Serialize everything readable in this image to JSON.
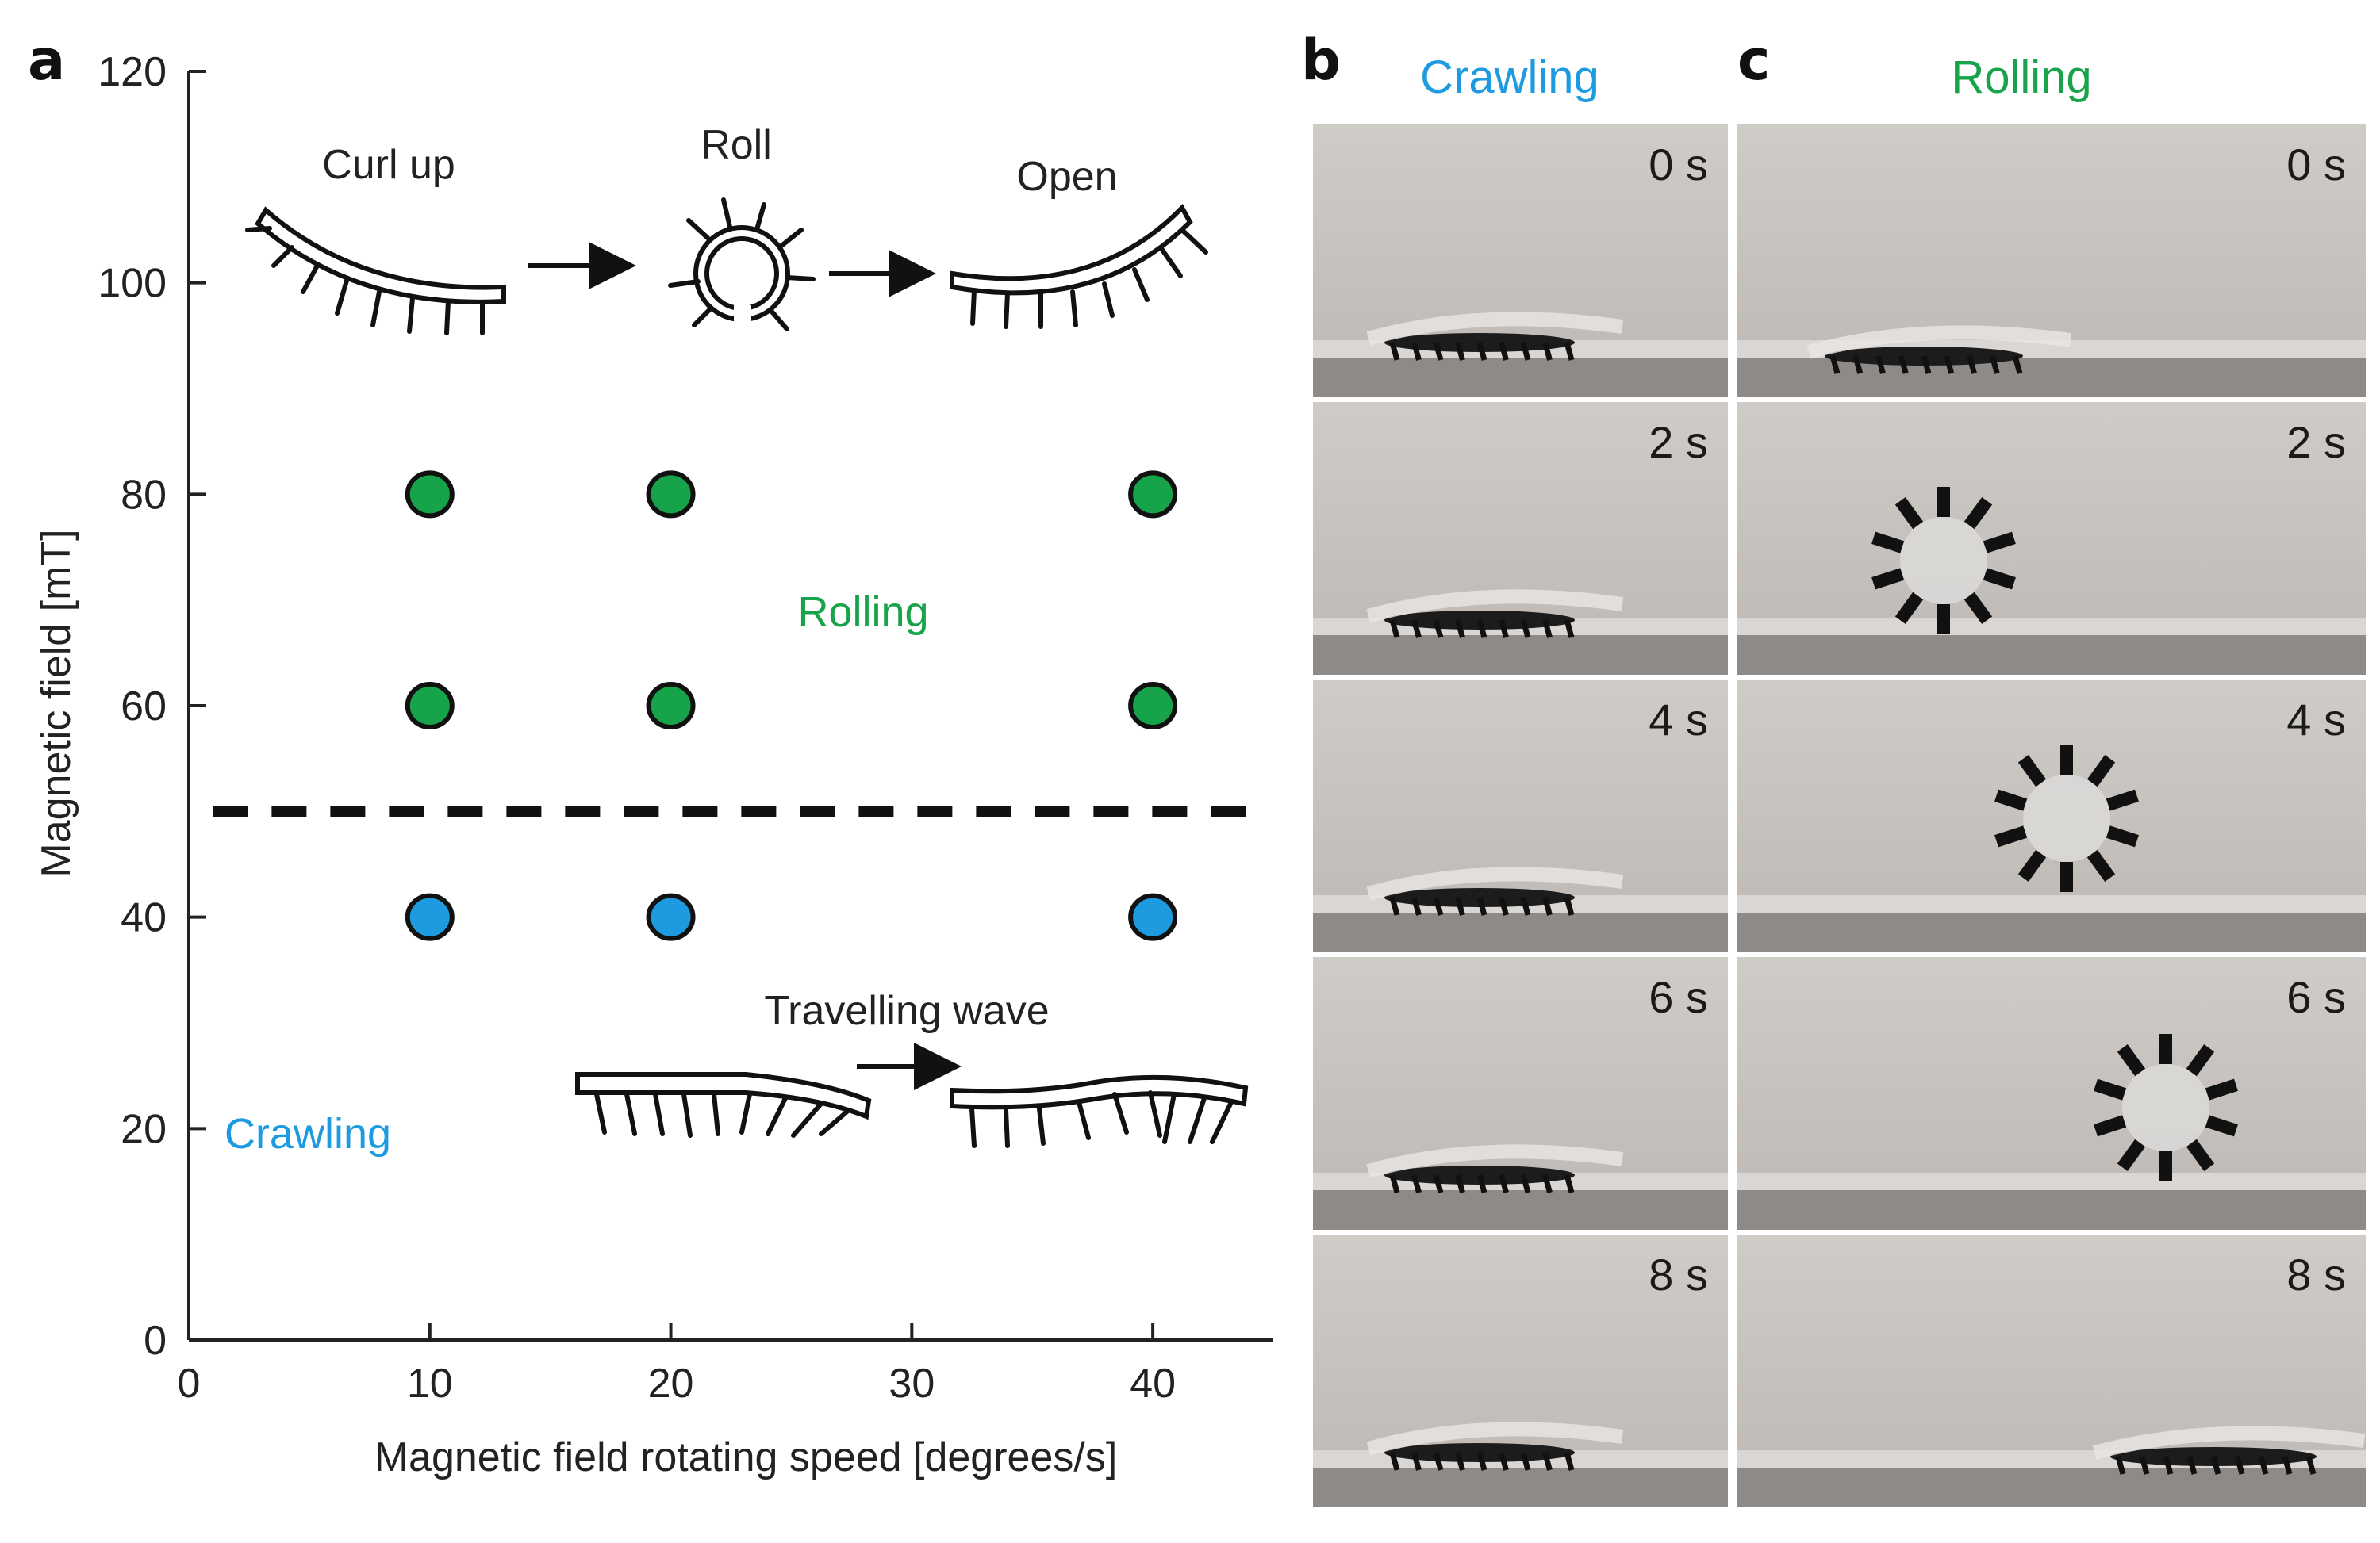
{
  "panel_letters": {
    "a": "a",
    "b": "b",
    "c": "c"
  },
  "chart_data": {
    "type": "scatter",
    "xlabel": "Magnetic field rotating speed [degrees/s]",
    "ylabel": "Magnetic field [mT]",
    "xlim": [
      0,
      45
    ],
    "ylim": [
      0,
      120
    ],
    "xticks": [
      0,
      10,
      20,
      30,
      40
    ],
    "yticks": [
      0,
      20,
      40,
      60,
      80,
      100,
      120
    ],
    "grid": false,
    "threshold_line": {
      "y": 50,
      "style": "dashed"
    },
    "series": [
      {
        "name": "Rolling",
        "color": "#17a34a",
        "points": [
          [
            10,
            80
          ],
          [
            20,
            80
          ],
          [
            40,
            80
          ],
          [
            10,
            60
          ],
          [
            20,
            60
          ],
          [
            40,
            60
          ]
        ]
      },
      {
        "name": "Crawling",
        "color": "#1e9be0",
        "points": [
          [
            10,
            40
          ],
          [
            20,
            40
          ],
          [
            40,
            40
          ]
        ]
      }
    ],
    "annotations": {
      "rolling_region": "Rolling",
      "crawling_region": "Crawling",
      "curl_up": "Curl up",
      "roll": "Roll",
      "open": "Open",
      "travelling_wave": "Travelling wave"
    }
  },
  "columns": {
    "crawling": {
      "title": "Crawling",
      "color": "#1e9be0",
      "times": [
        "0 s",
        "2 s",
        "4 s",
        "6 s",
        "8 s"
      ]
    },
    "rolling": {
      "title": "Rolling",
      "color": "#17a34a",
      "times": [
        "0 s",
        "2 s",
        "4 s",
        "6 s",
        "8 s"
      ]
    }
  }
}
